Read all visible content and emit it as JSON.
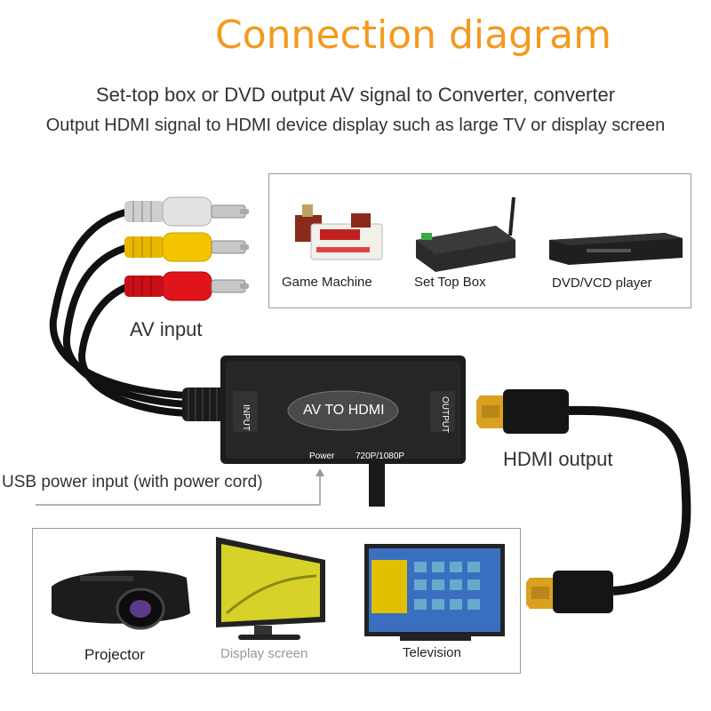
{
  "header": {
    "title": "Connection diagram",
    "subtitle_line1": "Set-top box or DVD output AV signal to Converter, converter",
    "subtitle_line2": "Output HDMI signal to HDMI device display such as large TV or display screen"
  },
  "sources": {
    "items": [
      {
        "label": "Game Machine",
        "icon": "game-machine-icon"
      },
      {
        "label": "Set Top Box",
        "icon": "set-top-box-icon"
      },
      {
        "label": "DVD/VCD player",
        "icon": "dvd-player-icon"
      }
    ]
  },
  "labels": {
    "av_input": "AV input",
    "hdmi_output": "HDMI output",
    "usb_power": "USB power input (with power cord)"
  },
  "converter": {
    "center_label": "AV TO HDMI",
    "input_port": "INPUT",
    "output_port": "OUTPUT",
    "power": "Power",
    "resolution": "720P/1080P"
  },
  "displays": {
    "items": [
      {
        "label": "Projector",
        "icon": "projector-icon"
      },
      {
        "label": "Display screen",
        "icon": "monitor-icon"
      },
      {
        "label": "Television",
        "icon": "television-icon"
      }
    ]
  },
  "colors": {
    "accent": "#f39a1e",
    "rca_white": "#d8d8d8",
    "rca_yellow": "#f5c400",
    "rca_red": "#e1141c",
    "connector_gold": "#d9a021"
  }
}
